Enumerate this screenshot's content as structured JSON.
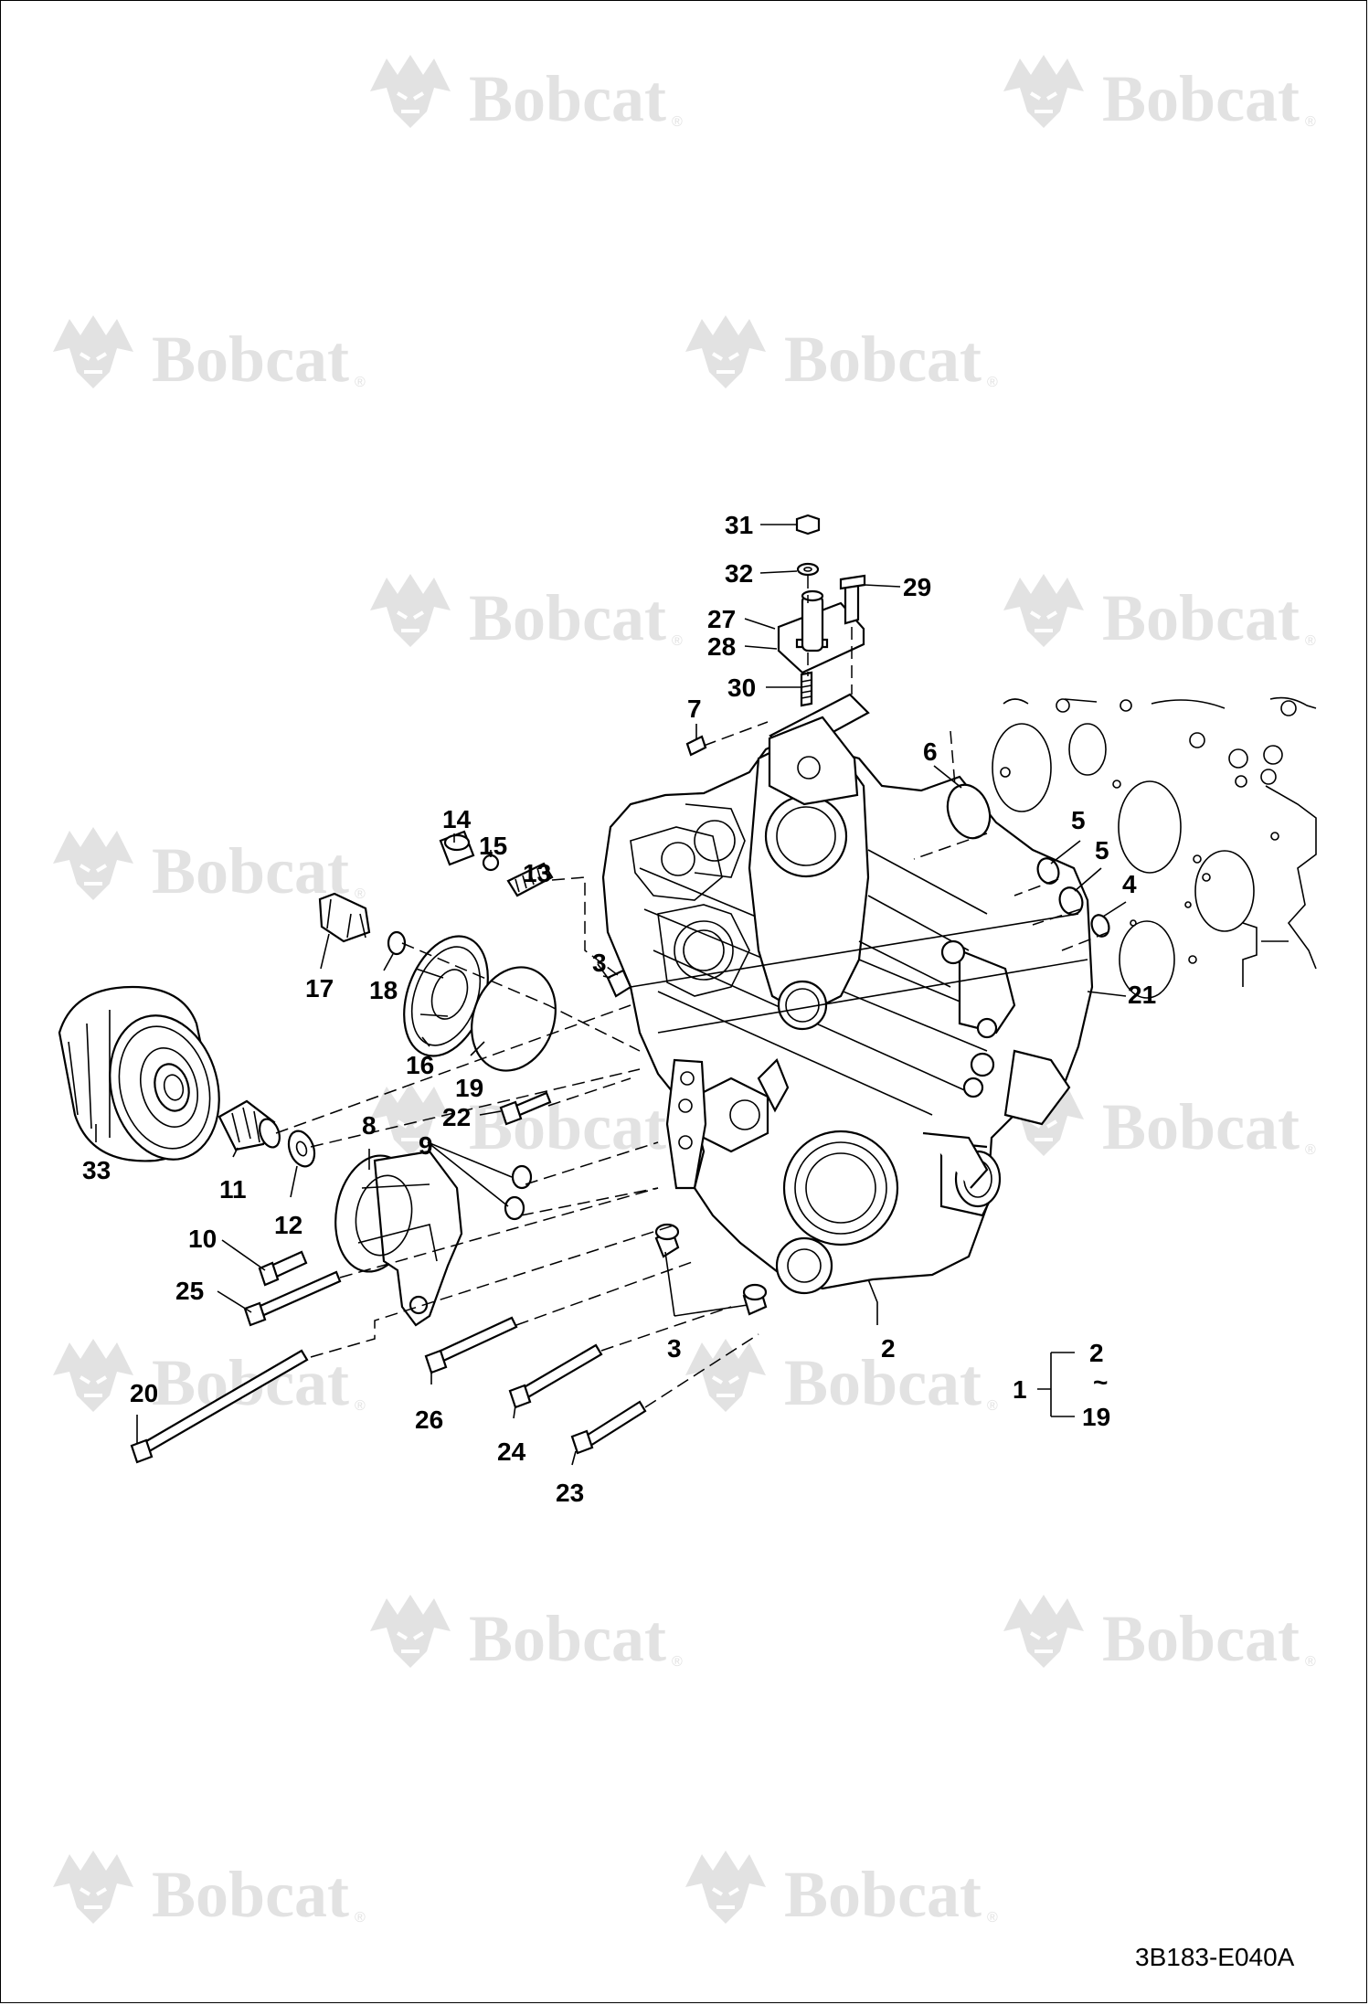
{
  "watermark": {
    "brand": "Bobcat",
    "registered": "®",
    "icon": "bobcat-logo-icon"
  },
  "drawing_number": "3B183-E040A",
  "callouts": {
    "c1": "1",
    "c2": "2",
    "c3a": "3",
    "c3b": "3",
    "c4": "4",
    "c5a": "5",
    "c5b": "5",
    "c6": "6",
    "c7": "7",
    "c8": "8",
    "c9": "9",
    "c10": "10",
    "c11": "11",
    "c12": "12",
    "c13": "13",
    "c14": "14",
    "c15": "15",
    "c16": "16",
    "c17": "17",
    "c18": "18",
    "c19": "19",
    "c20": "20",
    "c21": "21",
    "c22": "22",
    "c23": "23",
    "c24": "24",
    "c25": "25",
    "c26": "26",
    "c27": "27",
    "c28": "28",
    "c29": "29",
    "c30": "30",
    "c31": "31",
    "c32": "32",
    "c33": "33"
  },
  "range_bracket": {
    "assembly": "1",
    "from": "2",
    "separator": "~",
    "to": "19"
  }
}
